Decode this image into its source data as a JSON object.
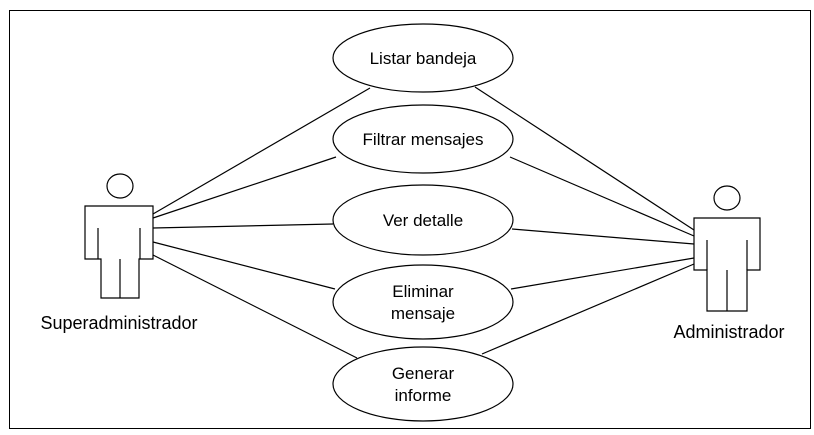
{
  "diagram": {
    "actors": [
      {
        "id": "superadmin",
        "label": "Superadministrador"
      },
      {
        "id": "admin",
        "label": "Administrador"
      }
    ],
    "use_cases": [
      {
        "id": "listar",
        "lines": [
          "Listar bandeja"
        ]
      },
      {
        "id": "filtrar",
        "lines": [
          "Filtrar mensajes"
        ]
      },
      {
        "id": "ver",
        "lines": [
          "Ver detalle"
        ]
      },
      {
        "id": "eliminar",
        "lines": [
          "Eliminar",
          "mensaje"
        ]
      },
      {
        "id": "generar",
        "lines": [
          "Generar",
          "informe"
        ]
      }
    ],
    "associations": [
      {
        "actor": "superadmin",
        "use_case": "listar"
      },
      {
        "actor": "superadmin",
        "use_case": "filtrar"
      },
      {
        "actor": "superadmin",
        "use_case": "ver"
      },
      {
        "actor": "superadmin",
        "use_case": "eliminar"
      },
      {
        "actor": "superadmin",
        "use_case": "generar"
      },
      {
        "actor": "admin",
        "use_case": "listar"
      },
      {
        "actor": "admin",
        "use_case": "filtrar"
      },
      {
        "actor": "admin",
        "use_case": "ver"
      },
      {
        "actor": "admin",
        "use_case": "eliminar"
      },
      {
        "actor": "admin",
        "use_case": "generar"
      }
    ],
    "colors": {
      "stroke": "#000000",
      "fill": "#ffffff"
    }
  }
}
